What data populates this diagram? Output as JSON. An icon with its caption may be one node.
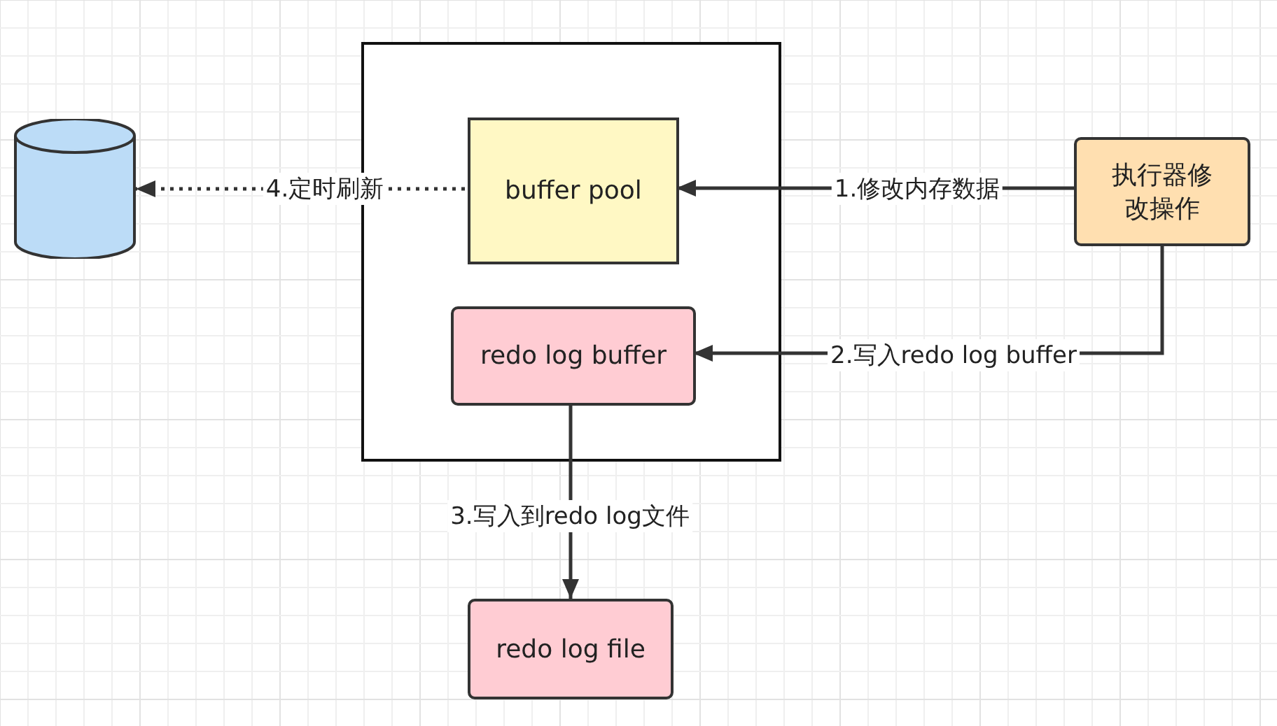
{
  "diagram": {
    "nodes": [
      {
        "text": [],
        "shape": "box"
      },
      {
        "text": [
          "buffer pool"
        ],
        "in": 0
      },
      {
        "text": [
          "redo log buffer"
        ],
        "in": 0
      },
      {
        "text": [
          "执行器修改操作"
        ]
      },
      {
        "text": [
          "redo log file"
        ]
      },
      {
        "text": [],
        "shape": "cylinder"
      }
    ],
    "edges": [
      {
        "from": 3,
        "to": 1,
        "arrow": "to",
        "label": "1.修改内存数据"
      },
      {
        "from": 3,
        "to": 2,
        "arrow": "to",
        "label": "2.写入redo log buffer"
      },
      {
        "from": 2,
        "to": 4,
        "arrow": "to",
        "label": "3.写入到redo log文件"
      },
      {
        "from": 1,
        "to": 5,
        "arrow": "to",
        "label": "4.定时刷新",
        "style": "dashed"
      }
    ]
  }
}
